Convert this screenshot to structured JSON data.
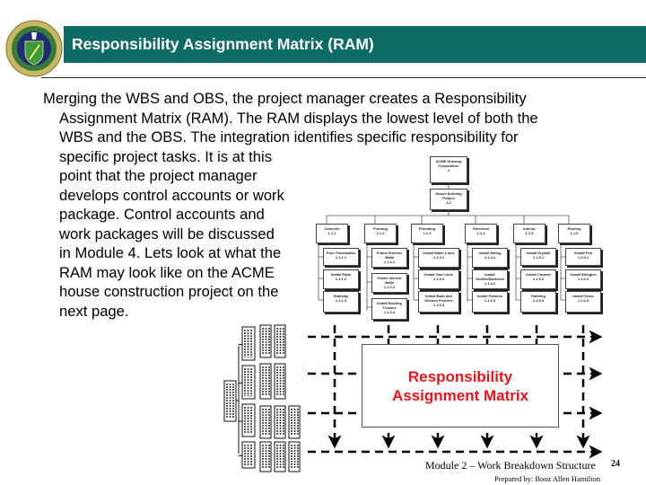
{
  "slide": {
    "title": "Responsibility Assignment Matrix (RAM)",
    "page_number": "24",
    "footer": "Module 2 – Work Breakdown Structure",
    "prepared_by": "Prepared by: Booz Allen Hamilton",
    "accent_color": "#0e6b65"
  },
  "body_lines": [
    "Merging the WBS and OBS, the project manager creates a Responsibility",
    "Assignment Matrix (RAM).  The RAM displays the lowest level of both the",
    "WBS and the OBS.  The integration identifies specific responsibility for",
    "specific project tasks.  It is at this",
    "point that the project manager",
    "develops control accounts or work",
    "package.  Control accounts and",
    "work packages will be discussed",
    "in Module 4.  Lets look at what the",
    "RAM may look like on the ACME",
    "house construction project on the",
    "next page."
  ],
  "wbs": {
    "root": {
      "name": "ACME Housing Corporation",
      "code": "1"
    },
    "project": {
      "name": "House Building Project",
      "code": "1.1"
    },
    "branches": [
      {
        "name": "Concrete",
        "code": "1.1.1",
        "children": [
          {
            "name": "Pour Foundation",
            "code": "1.1.1.1"
          },
          {
            "name": "Install Patio",
            "code": "1.1.1.2"
          },
          {
            "name": "Stairway",
            "code": "1.1.1.3"
          }
        ]
      },
      {
        "name": "Framing",
        "code": "1.1.2",
        "children": [
          {
            "name": "Frame Exterior Walls",
            "code": "1.1.2.1"
          },
          {
            "name": "Frame Interior Walls",
            "code": "1.1.2.2"
          },
          {
            "name": "Install Roofing Trusses",
            "code": "1.1.2.3"
          }
        ]
      },
      {
        "name": "Plumbing",
        "code": "1.1.3",
        "children": [
          {
            "name": "Install Water Lines",
            "code": "1.1.3.1"
          },
          {
            "name": "Install Gas Lines",
            "code": "1.1.3.2"
          },
          {
            "name": "Install Bath and Kitchen Fixtures",
            "code": "1.1.3.3"
          }
        ]
      },
      {
        "name": "Electrical",
        "code": "1.1.4",
        "children": [
          {
            "name": "Install Wiring",
            "code": "1.1.4.1"
          },
          {
            "name": "Install Outlets/Switches",
            "code": "1.1.4.2"
          },
          {
            "name": "Install Fixtures",
            "code": "1.1.4.3"
          }
        ]
      },
      {
        "name": "Interior",
        "code": "1.1.5",
        "children": [
          {
            "name": "Install Drywall",
            "code": "1.1.5.1"
          },
          {
            "name": "Install Carpets",
            "code": "1.1.5.2"
          },
          {
            "name": "Painting",
            "code": "1.1.5.3"
          }
        ]
      },
      {
        "name": "Roofing",
        "code": "1.1.6",
        "children": [
          {
            "name": "Install Felt",
            "code": "1.1.6.1"
          },
          {
            "name": "Install Shingles",
            "code": "1.1.6.2"
          },
          {
            "name": "Install Vents",
            "code": "1.1.6.3"
          }
        ]
      }
    ]
  },
  "ram": {
    "label_line1": "Responsibility",
    "label_line2": "Assignment Matrix",
    "label_color": "#e8141c"
  }
}
